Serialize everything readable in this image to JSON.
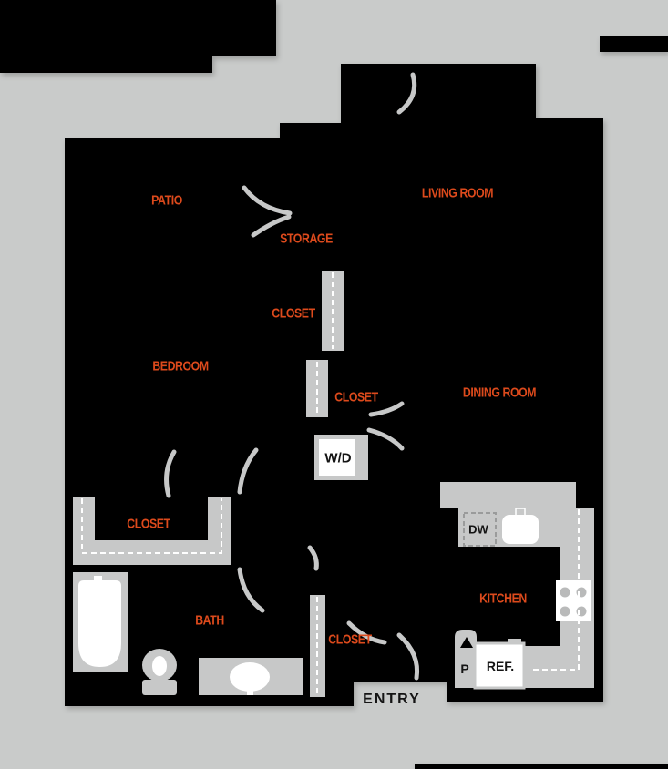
{
  "plan_title": "apartment-floor-plan",
  "colors": {
    "background": "#c9cbca",
    "plan_fill": "#000000",
    "fixture_gray": "#c7c8c8",
    "accent_orange": "#dd4a1c",
    "fixture_white": "#ffffff"
  },
  "rooms": [
    {
      "id": "patio",
      "label": "PATIO"
    },
    {
      "id": "living-room",
      "label": "LIVING ROOM"
    },
    {
      "id": "storage",
      "label": "STORAGE"
    },
    {
      "id": "closet-storage",
      "label": "CLOSET"
    },
    {
      "id": "bedroom",
      "label": "BEDROOM"
    },
    {
      "id": "closet-hall",
      "label": "CLOSET"
    },
    {
      "id": "dining-room",
      "label": "DINING ROOM"
    },
    {
      "id": "closet-bedroom",
      "label": "CLOSET"
    },
    {
      "id": "bath",
      "label": "BATH"
    },
    {
      "id": "closet-entry",
      "label": "CLOSET"
    },
    {
      "id": "kitchen",
      "label": "KITCHEN"
    }
  ],
  "appliances": {
    "washer_dryer": "W/D",
    "dishwasher": "DW",
    "refrigerator": "REF.",
    "pantry": "P"
  },
  "entry": {
    "label": "ENTRY"
  }
}
